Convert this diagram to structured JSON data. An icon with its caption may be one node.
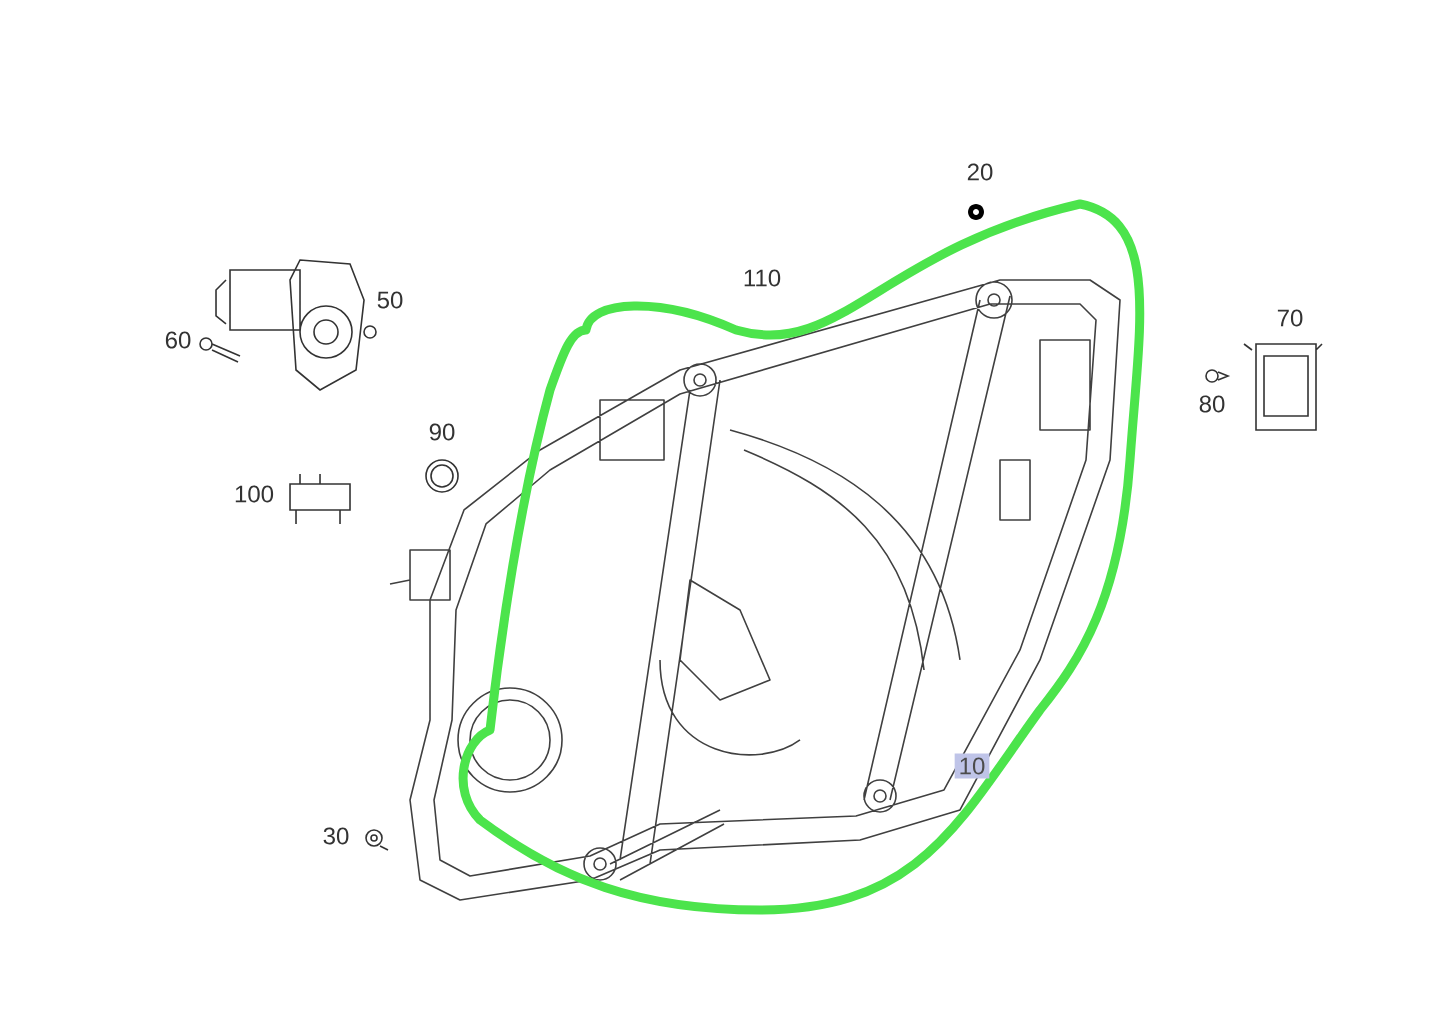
{
  "diagram": {
    "labels": [
      "20",
      "110",
      "50",
      "70",
      "60",
      "80",
      "90",
      "100",
      "10",
      "30"
    ]
  }
}
